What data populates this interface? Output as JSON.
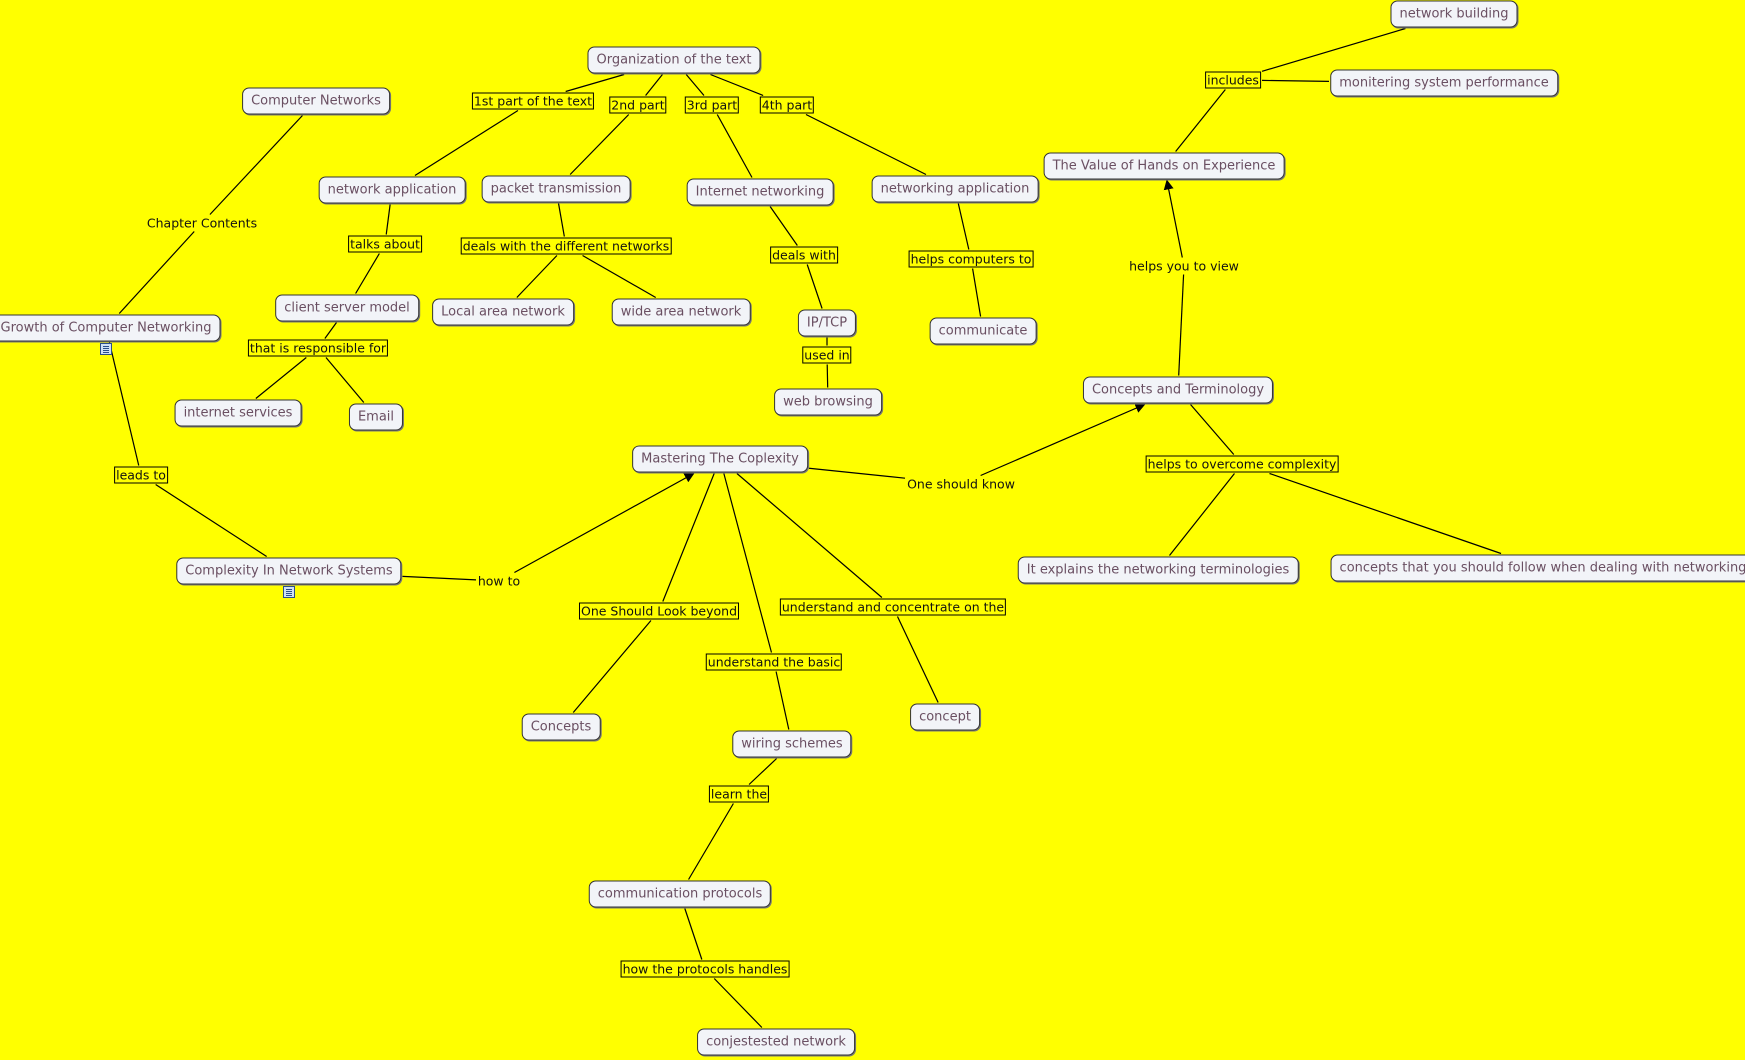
{
  "concepts": [
    {
      "id": "org",
      "label": "Organization of the text"
    },
    {
      "id": "cn",
      "label": "Computer Networks"
    },
    {
      "id": "netapp",
      "label": "network application"
    },
    {
      "id": "pkt",
      "label": "packet transmission"
    },
    {
      "id": "inet",
      "label": "Internet networking"
    },
    {
      "id": "netwapp",
      "label": "networking application"
    },
    {
      "id": "netbuild",
      "label": "network building"
    },
    {
      "id": "monit",
      "label": "monitering system performance"
    },
    {
      "id": "value",
      "label": "The Value of Hands on Experience"
    },
    {
      "id": "csm",
      "label": "client server model"
    },
    {
      "id": "lan",
      "label": "Local area network"
    },
    {
      "id": "wan",
      "label": "wide area network"
    },
    {
      "id": "iptcp",
      "label": "IP/TCP"
    },
    {
      "id": "comm",
      "label": "communicate"
    },
    {
      "id": "web",
      "label": "web browsing"
    },
    {
      "id": "growth",
      "label": "Growth of Computer Networking"
    },
    {
      "id": "isvc",
      "label": "internet services"
    },
    {
      "id": "email",
      "label": "Email"
    },
    {
      "id": "concterm",
      "label": "Concepts and Terminology"
    },
    {
      "id": "master",
      "label": "Mastering The Coplexity"
    },
    {
      "id": "complex",
      "label": "Complexity In Network Systems"
    },
    {
      "id": "explains",
      "label": "It explains the networking terminologies"
    },
    {
      "id": "follow",
      "label": "concepts that you should follow when dealing with networking"
    },
    {
      "id": "concepts",
      "label": "Concepts"
    },
    {
      "id": "concept",
      "label": "concept"
    },
    {
      "id": "wiring",
      "label": "wiring schemes"
    },
    {
      "id": "protocols",
      "label": "communication protocols"
    },
    {
      "id": "congest",
      "label": "conjestested network"
    }
  ],
  "links": [
    {
      "id": "l1",
      "label": "1st part of the text",
      "boxed": true
    },
    {
      "id": "l2",
      "label": "2nd part",
      "boxed": true
    },
    {
      "id": "l3",
      "label": "3rd part",
      "boxed": true
    },
    {
      "id": "l4",
      "label": "4th part",
      "boxed": true
    },
    {
      "id": "includes",
      "label": "includes",
      "boxed": true
    },
    {
      "id": "chap",
      "label": "Chapter Contents",
      "boxed": false
    },
    {
      "id": "talks",
      "label": "talks about",
      "boxed": true
    },
    {
      "id": "deals",
      "label": "deals with the different networks",
      "boxed": true
    },
    {
      "id": "dealswith",
      "label": "deals with",
      "boxed": true
    },
    {
      "id": "helpscomp",
      "label": "helps computers to",
      "boxed": true
    },
    {
      "id": "helpsview",
      "label": "helps you to view",
      "boxed": false
    },
    {
      "id": "usedin",
      "label": "used in",
      "boxed": true
    },
    {
      "id": "resp",
      "label": "that is responsible for",
      "boxed": true
    },
    {
      "id": "helpsover",
      "label": "helps to overcome complexity",
      "boxed": true
    },
    {
      "id": "leads",
      "label": "leads to",
      "boxed": true
    },
    {
      "id": "should",
      "label": "One should know",
      "boxed": false
    },
    {
      "id": "howto",
      "label": "how to",
      "boxed": false
    },
    {
      "id": "beyond",
      "label": "One Should Look beyond",
      "boxed": true
    },
    {
      "id": "understand",
      "label": "understand and concentrate on the",
      "boxed": true
    },
    {
      "id": "basic",
      "label": "understand the basic",
      "boxed": true
    },
    {
      "id": "learn",
      "label": "learn the",
      "boxed": true
    },
    {
      "id": "handles",
      "label": "how the protocols handles",
      "boxed": true
    }
  ],
  "attachments": [
    {
      "node": "growth",
      "icon": "document-icon"
    },
    {
      "node": "complex",
      "icon": "document-icon"
    }
  ]
}
